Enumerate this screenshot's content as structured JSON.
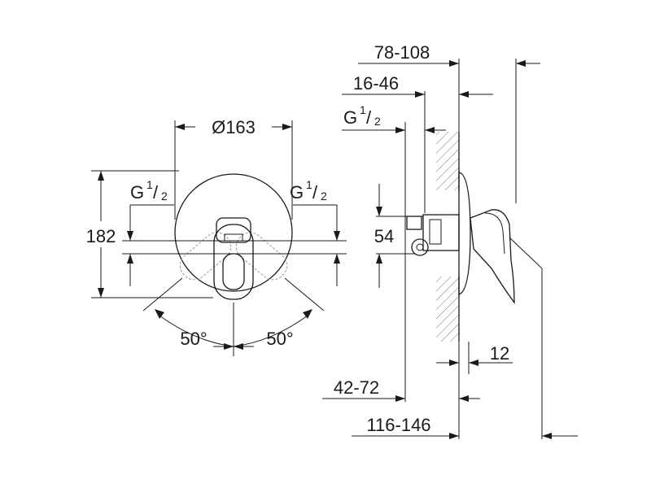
{
  "front_view": {
    "diameter_label": "Ø163",
    "height_label": "182",
    "thread_left": {
      "base": "G",
      "num": "1",
      "den": "2"
    },
    "thread_right": {
      "base": "G",
      "num": "1",
      "den": "2"
    },
    "angle_left": "50°",
    "angle_right": "50°"
  },
  "side_view": {
    "dim_total": "78-108",
    "dim_body": "16-46",
    "thread": {
      "base": "G",
      "num": "1",
      "den": "2"
    },
    "dim_pipe_spacing": "54",
    "dim_rosette": "12",
    "dim_install_min": "42-72",
    "dim_install_max": "116-146"
  }
}
